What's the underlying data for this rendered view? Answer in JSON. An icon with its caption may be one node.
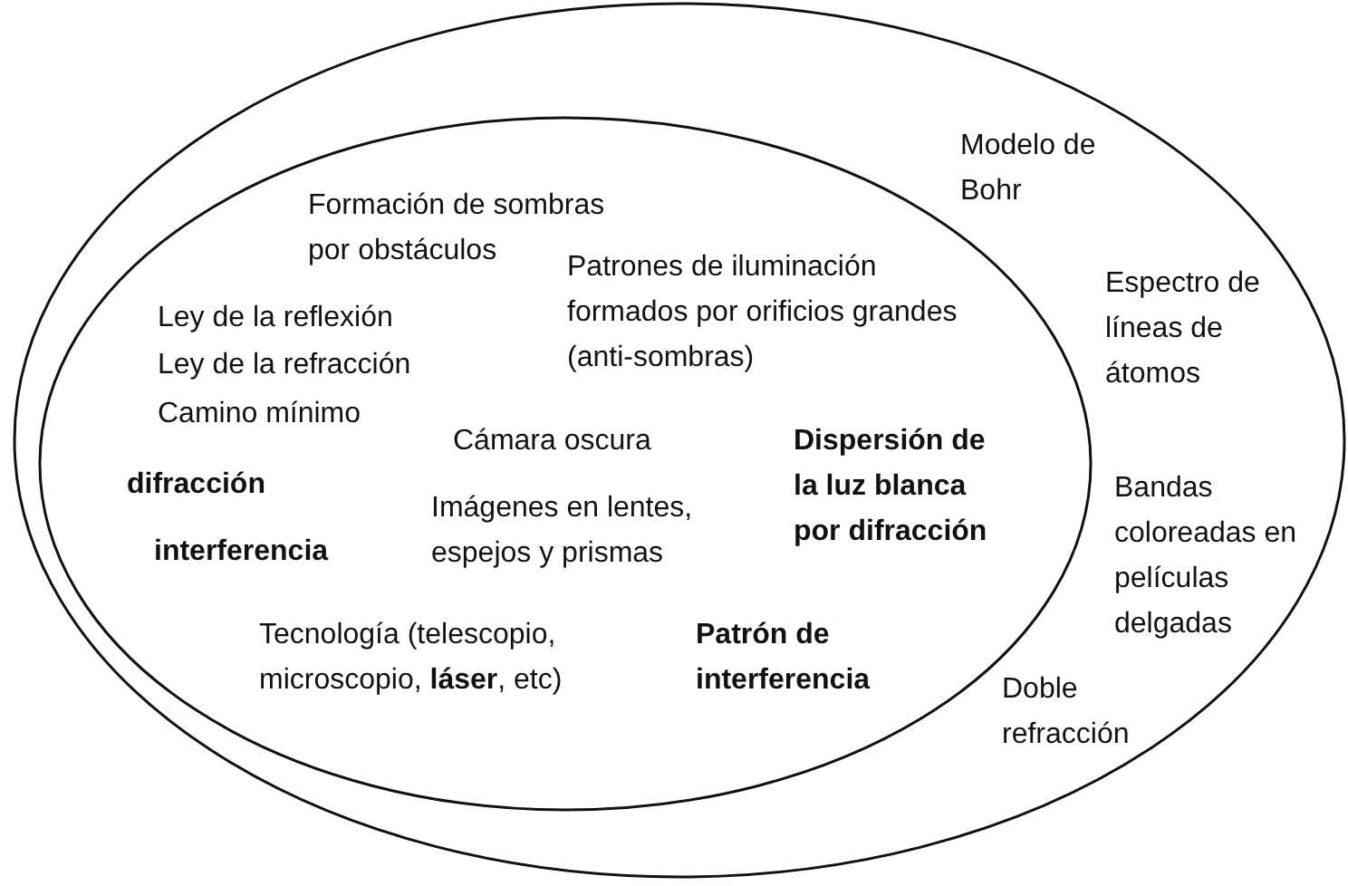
{
  "diagram": {
    "nodes": [
      {
        "text": [
          "Modelo de Bohr",
          "Espectro de líneas de átomos",
          "Bandas coloreadas en películas delgadas",
          "Doble refracción"
        ]
      },
      {
        "text": [
          "Formación de sombras por obstáculos",
          "Patrones de iluminación formados por orificios grandes (anti-sombras)",
          "Ley de la reflexión",
          "Ley de la refracción",
          "Camino mínimo",
          "Cámara oscura",
          "difracción",
          "Dispersión de la luz blanca por difracción",
          "Imágenes en lentes, espejos y prismas",
          "interferencia",
          "Tecnología (telescopio, microscopio, **láser**, etc)",
          "Patrón de interferencia"
        ],
        "in": 0
      }
    ],
    "edges": []
  }
}
